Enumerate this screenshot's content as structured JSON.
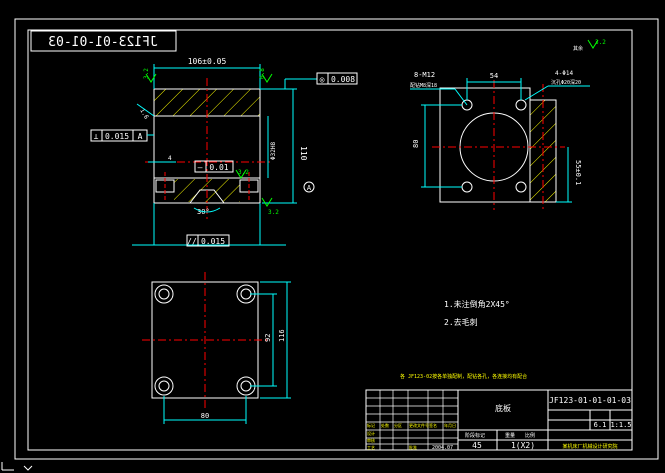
{
  "drawing": {
    "code_mirrored": "JF123-01-01-03",
    "notes": [
      "1.未注倒角2X45°",
      "2.去毛刺"
    ],
    "tech_requirement": "各 JF123-02按各单独配制，配钻各孔，各连接均有配合",
    "title_block": {
      "part_name": "底板",
      "drawing_no": "JF123-01-01-01-03",
      "material": "45",
      "quantity": "1(X2)",
      "scale_a": "6.1",
      "scale_b": "1:1.5",
      "company": "某机床厂机械设计研究院",
      "cell_labels": [
        "标记",
        "处数",
        "分区",
        "更改文件号",
        "签名",
        "年月日",
        "设计",
        "审核",
        "工艺",
        "批准",
        "阶段标记",
        "重量",
        "比例"
      ],
      "date": "2004.07"
    }
  },
  "front_view": {
    "dim_width": "106±0.05",
    "dim_height": "110",
    "dim_bore": "Φ32H8",
    "dim_gap": "4",
    "dim_angle": "30°",
    "roughness_a": "3.2",
    "roughness_b": "0.8",
    "roughness_c": "3.2",
    "roughness_d": "3.2",
    "fcf_top_sym": "◎",
    "fcf_top_val": "0.008",
    "fcf_left_sym": "⊥",
    "fcf_left_val": "0.015",
    "fcf_left_ref": "A",
    "fcf_mid_sym": "—",
    "fcf_mid_val": "0.01",
    "fcf_bottom_sym": "//",
    "fcf_bottom_val": "0.015",
    "datum": "A",
    "dim_lead": "1.6"
  },
  "side_view": {
    "dim_thread": "8-M12",
    "dim_thread_sub": "配钻M8深18",
    "dim_54": "54",
    "dim_holes": "4-Φ14",
    "dim_holes_sub": "沉孔Φ20深20",
    "dim_80": "80",
    "dim_tol": "55±0.1"
  },
  "top_view": {
    "dim_92": "92",
    "dim_116": "116",
    "dim_80": "80"
  },
  "corner": {
    "symbol_left": "其余",
    "roughness": "3.2"
  },
  "colors": {
    "background": "#000000",
    "border": "#ffffff",
    "part": "#ffffff",
    "dimension": "#00ffff",
    "annotation": "#00ff00",
    "hatch": "#ffff00",
    "center": "#ff0000",
    "label": "#ffff00"
  }
}
